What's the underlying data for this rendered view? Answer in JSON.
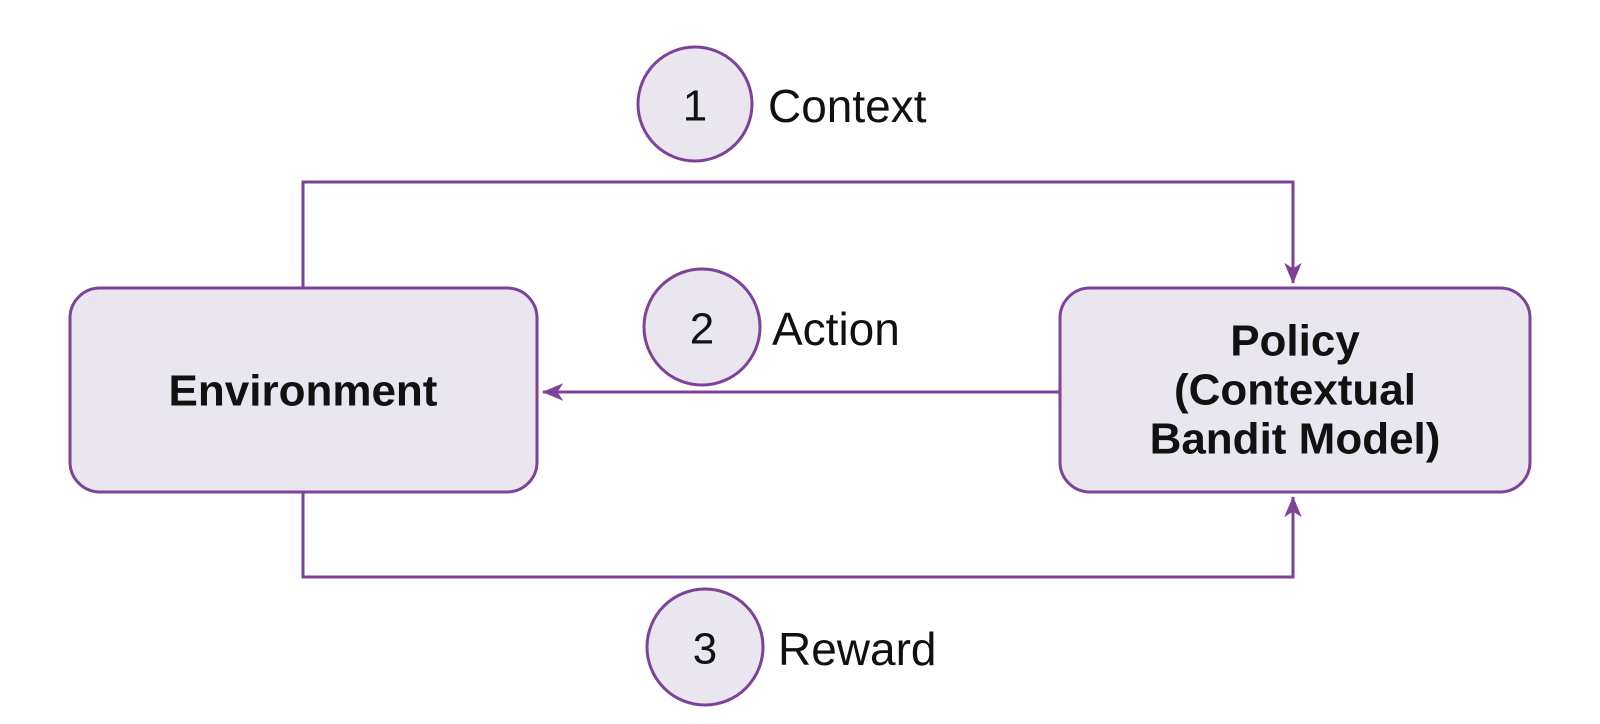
{
  "diagram": {
    "type": "flow-loop",
    "colors": {
      "stroke": "#7e4299",
      "node_fill": "#eae6ef",
      "text": "#111111",
      "background": "#ffffff"
    },
    "nodes": {
      "environment": {
        "label": "Environment"
      },
      "policy": {
        "lines": [
          "Policy",
          "(Contextual",
          "Bandit Model)"
        ]
      }
    },
    "steps": [
      {
        "number": "1",
        "label": "Context"
      },
      {
        "number": "2",
        "label": "Action"
      },
      {
        "number": "3",
        "label": "Reward"
      }
    ],
    "edges": [
      {
        "step": "1",
        "label": "Context",
        "from": "Environment",
        "to": "Policy (Contextual Bandit Model)"
      },
      {
        "step": "2",
        "label": "Action",
        "from": "Policy (Contextual Bandit Model)",
        "to": "Environment"
      },
      {
        "step": "3",
        "label": "Reward",
        "from": "Environment",
        "to": "Policy (Contextual Bandit Model)"
      }
    ]
  }
}
